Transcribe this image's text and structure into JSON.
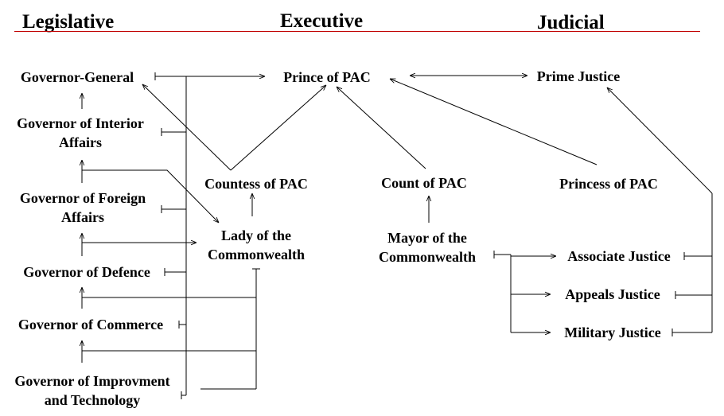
{
  "headers": {
    "legislative": "Legislative",
    "executive": "Executive",
    "judicial": "Judicial"
  },
  "legislative": {
    "governor_general": "Governor-General",
    "interior_1": "Governor of Interior",
    "interior_2": "Affairs",
    "foreign_1": "Governor of Foreign",
    "foreign_2": "Affairs",
    "defence": "Governor of Defence",
    "commerce": "Governor of Commerce",
    "improvement_1": "Governor of Improvment",
    "improvement_2": "and Technology"
  },
  "executive": {
    "prince": "Prince of PAC",
    "countess": "Countess of PAC",
    "lady_1": "Lady of the",
    "lady_2": "Commonwealth",
    "count": "Count of PAC",
    "mayor_1": "Mayor of the",
    "mayor_2": "Commonwealth"
  },
  "judicial": {
    "prime_justice": "Prime Justice",
    "princess": "Princess of PAC",
    "associate_justice": "Associate Justice",
    "appeals_justice": "Appeals Justice",
    "military_justice": "Military Justice"
  },
  "colors": {
    "header_rule": "#c00000",
    "lines": "#000000"
  }
}
